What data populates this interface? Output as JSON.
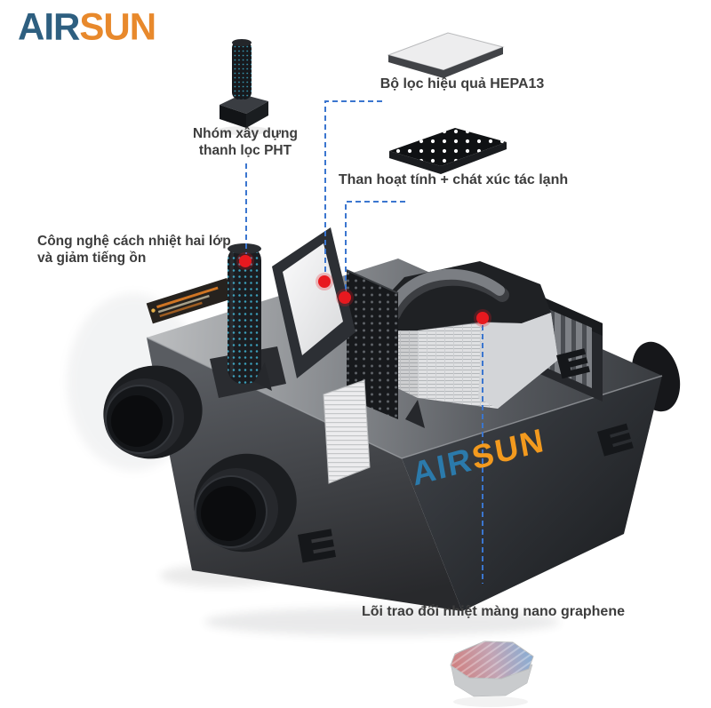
{
  "brand": {
    "air": "AIR",
    "sun": "SUN"
  },
  "product_brand": {
    "air": "AIR",
    "sun": "SUN"
  },
  "callouts": {
    "hepa": {
      "label": "Bộ lọc hiệu quả HEPA13",
      "icon": "hepa-filter-panel-icon"
    },
    "pht": {
      "label_line1": "Nhóm xây dựng",
      "label_line2": "thanh lọc PHT",
      "icon": "pht-purifier-tower-icon"
    },
    "carbon": {
      "label": "Than hoạt tính + chát xúc tác lạnh",
      "icon": "activated-carbon-panel-icon"
    },
    "insulation": {
      "label_line1": "Công nghệ cách nhiệt hai lớp",
      "label_line2": "và giảm tiếng ồn"
    },
    "core": {
      "label": "Lõi trao đổi nhiệt màng nano graphene",
      "icon": "heat-exchanger-core-icon"
    }
  },
  "colors": {
    "brand_blue": "#2e5f80",
    "brand_orange": "#e8892c",
    "product_logo_blue": "#2b7aab",
    "product_logo_orange": "#f39a1e",
    "callout_line_blue": "#3b76cf",
    "marker_red": "#e8191f"
  }
}
